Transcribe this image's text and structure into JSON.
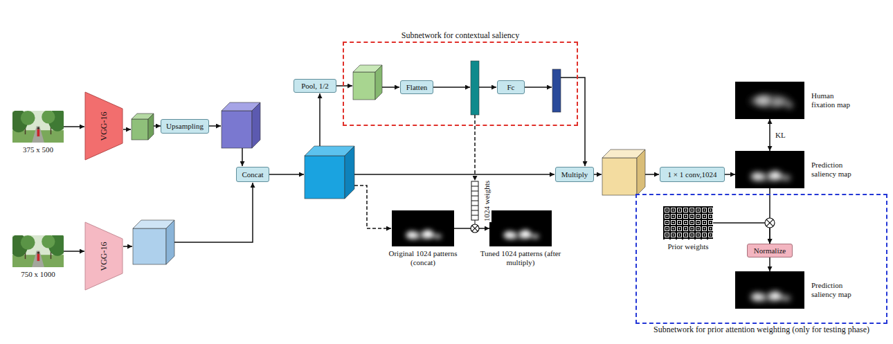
{
  "diagram": {
    "nodes": [
      {
        "text": [
          "375 x 500"
        ]
      },
      {
        "text": [
          "VGG-16"
        ]
      },
      {
        "text": [
          "Upsampling"
        ]
      },
      {
        "text": [
          "750 x 1000"
        ]
      },
      {
        "text": [
          "VGG-16"
        ]
      },
      {
        "text": [
          "Concat"
        ]
      },
      {
        "text": [
          "Pool, 1/2"
        ]
      },
      {
        "text": [
          "Subnetwork for contextual saliency"
        ]
      },
      {
        "text": [
          "Flatten"
        ],
        "in": 7
      },
      {
        "text": [
          "Fc"
        ],
        "in": 7
      },
      {
        "text": [
          "Multiply"
        ]
      },
      {
        "text": [
          "Original 1024 patterns (concat)"
        ]
      },
      {
        "text": [
          "Tuned 1024 patterns (after multiply)"
        ]
      },
      {
        "text": [
          "1 × 1 conv,1024"
        ]
      },
      {
        "text": [
          "Human fixation map"
        ]
      },
      {
        "text": [
          "Prediction saliency map"
        ]
      },
      {
        "text": [
          "Subnetwork for prior attention weighting (only for testing phase)"
        ]
      },
      {
        "text": [
          "Prior weights"
        ],
        "in": 16
      },
      {
        "text": [
          "Normalize"
        ],
        "in": 16
      },
      {
        "text": [
          "Prediction saliency map"
        ],
        "in": 16
      }
    ],
    "edges": [
      {
        "from": 0,
        "to": 1,
        "arrow": "to"
      },
      {
        "from": 3,
        "to": 4,
        "arrow": "to"
      },
      {
        "from": 13,
        "to": 15,
        "arrow": "to"
      },
      {
        "from": 14,
        "to": 15,
        "label": "KL",
        "arrow": "both"
      },
      {
        "from": 15,
        "to": 18,
        "arrow": "to"
      },
      {
        "from": 17,
        "to": 18,
        "arrow": "to"
      },
      {
        "from": 18,
        "to": 19,
        "arrow": "to"
      },
      {
        "from": 11,
        "to": 12,
        "arrow": "to"
      }
    ],
    "labels": [
      "1024 weights"
    ]
  }
}
